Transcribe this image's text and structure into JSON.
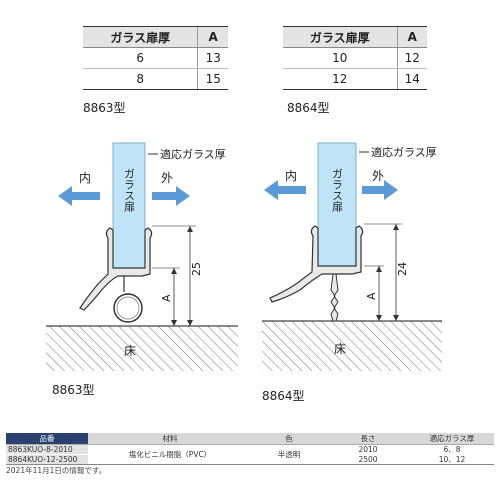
{
  "table_8863": {
    "headers": [
      "ガラス扉厚",
      "A"
    ],
    "rows": [
      [
        "6",
        "13"
      ],
      [
        "8",
        "15"
      ]
    ],
    "label": "8863型"
  },
  "table_8864": {
    "headers": [
      "ガラス扉厚",
      "A"
    ],
    "rows": [
      [
        "10",
        "12"
      ],
      [
        "12",
        "14"
      ]
    ],
    "label": "8864型"
  },
  "diagram_8863": {
    "inside": "内",
    "outside": "外",
    "glass_thickness_label": "適応ガラス厚",
    "glass_label": "ガラス扉",
    "dim_total": "25",
    "dim_a": "A",
    "floor": "床",
    "model": "8863型"
  },
  "diagram_8864": {
    "inside": "内",
    "outside": "外",
    "glass_thickness_label": "適応ガラス厚",
    "glass_label": "ガラス扉",
    "dim_total": "24",
    "dim_a": "A",
    "floor": "床",
    "model": "8864型"
  },
  "spec_table": {
    "headers": [
      "品番",
      "材料",
      "色",
      "長さ",
      "適応ガラス厚"
    ],
    "rows": [
      [
        "8863KUO-8-2010",
        "塩化ビニル樹脂（PVC）",
        "半透明",
        "2010",
        "6、8"
      ],
      [
        "8864KUO-12-2500",
        "",
        "",
        "2500",
        "10、12"
      ]
    ]
  },
  "footnote": "2021年11月1日の情報です。",
  "colors": {
    "arrow": "#5b9bd5",
    "glass_fill": "#bfe4f7",
    "glass_edge": "#7fb2cc",
    "header_bg": "#2b4170"
  }
}
